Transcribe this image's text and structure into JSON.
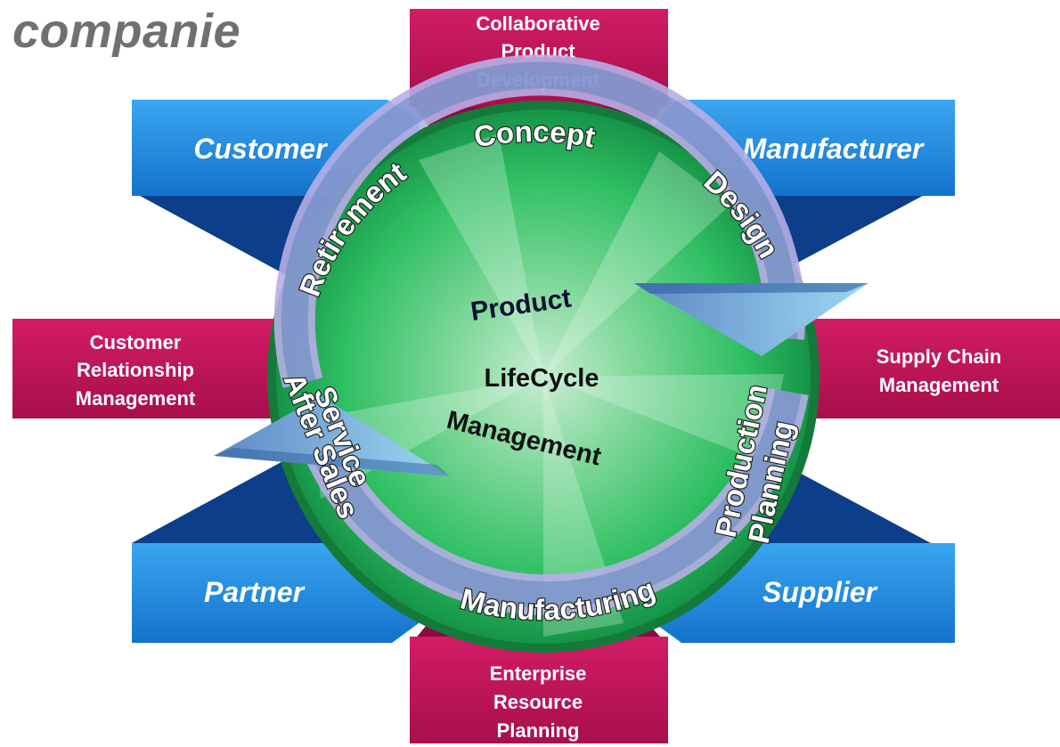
{
  "title": "companie",
  "center": {
    "line1": "Product",
    "line2": "LifeCycle",
    "line3": "Management"
  },
  "stages": {
    "concept": "Concept",
    "design": "Design",
    "production_planning_1": "Production",
    "production_planning_2": "Planning",
    "manufacturing": "Manufacturing",
    "service_1": "Service",
    "service_2": "After Sales",
    "retirement": "Retirement"
  },
  "stakeholders": {
    "customer": "Customer",
    "manufacturer": "Manufacturer",
    "partner": "Partner",
    "supplier": "Supplier"
  },
  "systems": {
    "cpd": [
      "Collaborative",
      "Product",
      "Development"
    ],
    "crm": [
      "Customer",
      "Relationship",
      "Management"
    ],
    "scm": [
      "Supply Chain",
      "Management"
    ],
    "erp": [
      "Enterprise",
      "Resource",
      "Planning"
    ]
  },
  "colors": {
    "blue_box": "#1f8de0",
    "blue_dark": "#0b3f88",
    "red_box": "#c4145a",
    "red_dark": "#7d0b39",
    "circle_green": "#2fc46a",
    "ring_arrow": "#c9c4ef"
  }
}
